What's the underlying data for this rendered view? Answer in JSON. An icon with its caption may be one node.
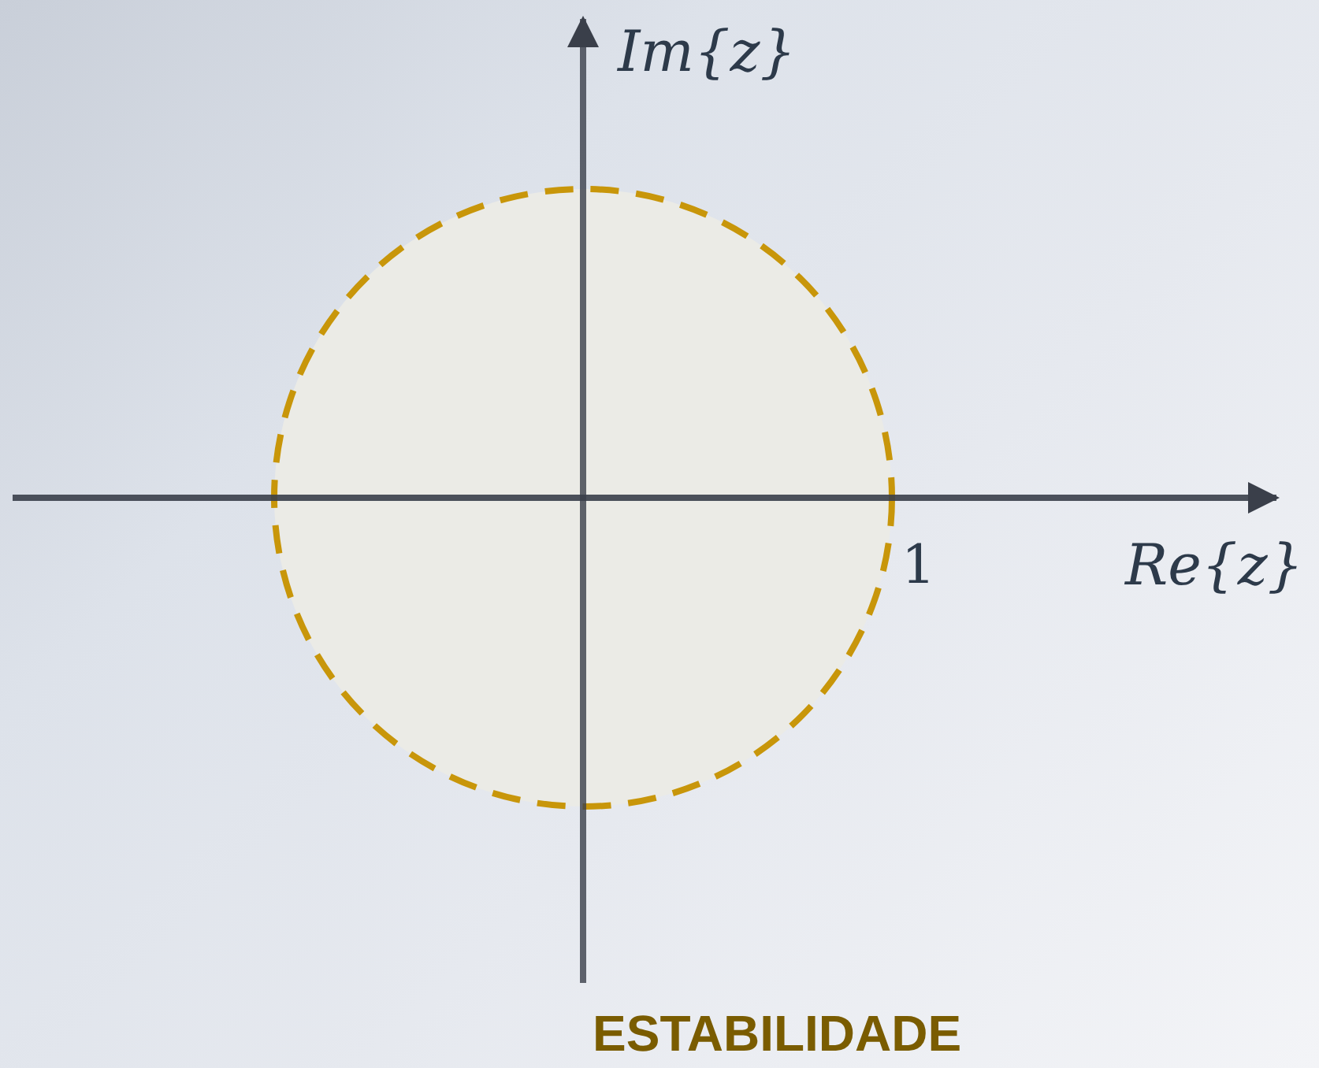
{
  "diagram": {
    "caption": "ESTABILIDADE",
    "labels": [
      "Im{z}",
      "1",
      "Re{z}"
    ]
  }
}
